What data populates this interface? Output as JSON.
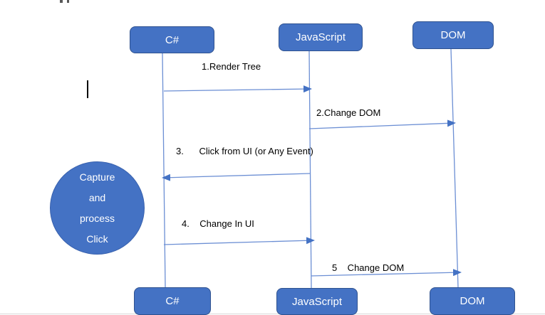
{
  "diagram": {
    "actors_top": [
      {
        "label": "C#"
      },
      {
        "label": "JavaScript"
      },
      {
        "label": "DOM"
      }
    ],
    "actors_bottom": [
      {
        "label": "C#"
      },
      {
        "label": "JavaScript"
      },
      {
        "label": "DOM"
      }
    ],
    "messages": [
      {
        "label": "1.Render Tree"
      },
      {
        "label": "2.Change DOM"
      },
      {
        "label": "3.      Click from UI (or Any Event)"
      },
      {
        "label": "4.    Change In UI"
      },
      {
        "label": "5    Change DOM"
      }
    ],
    "annotation_circle": {
      "line1": "Capture",
      "line2": "and",
      "line3": "process",
      "line4": "Click"
    },
    "colors": {
      "shape_fill": "#4472C4",
      "shape_border": "#2F528F",
      "connector": "#6C8FD4",
      "arrowhead": "#4472C4",
      "shape_text": "#FFFFFF",
      "label_text": "#000000"
    }
  }
}
